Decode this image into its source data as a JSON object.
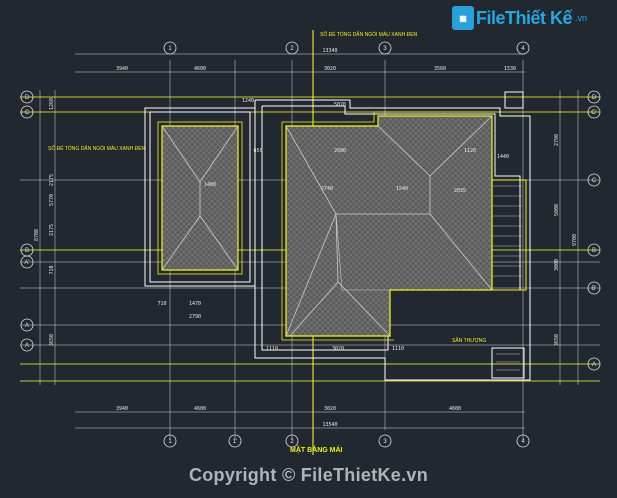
{
  "brand": {
    "logo_glyph": "▦",
    "name": "FileThiết Kế",
    "tld": ".vn",
    "color": "#27a7e0"
  },
  "copyright": "Copyright © FileThietKe.vn",
  "drawing": {
    "title": "MẶT BẰNG MÁI",
    "note_top": "SỐ ĐỂ TỔNG DÂN NGÓI MÀU XANH ĐEN",
    "note_left": "SỐ ĐỂ TỔNG DÂN NGÓI MÀU XANH ĐEN",
    "note_detail": "SÂN THƯỢNG",
    "grid_top": [
      "1",
      "2",
      "3",
      "4"
    ],
    "grid_bottom": [
      "1",
      "1'",
      "2",
      "3",
      "4"
    ],
    "grid_left": [
      "D",
      "C",
      "B",
      "A'",
      "A",
      "A"
    ],
    "grid_right": [
      "D",
      "C'",
      "C",
      "B",
      "B'",
      "A"
    ],
    "dims_top_total": "13340",
    "dims_top": [
      "3940",
      "4600",
      "3020",
      "3560",
      "1530"
    ],
    "dims_bottom": [
      "3940",
      "4600",
      "3020",
      "4600"
    ],
    "dims_bottom_total": "13540",
    "dims_left": [
      "1260",
      "2175",
      "5770",
      "2175",
      "710",
      "3650"
    ],
    "dims_left_total": "8700",
    "dims_right": [
      "2790",
      "5000",
      "3000",
      "3650"
    ],
    "dims_right_total": "9700",
    "dims_inner": [
      "2600",
      "1540",
      "1120",
      "2035",
      "2740",
      "1470",
      "2790",
      "1110",
      "3020",
      "1110",
      "5070",
      "1240",
      "1440",
      "650",
      "710",
      "1480"
    ]
  },
  "colors": {
    "background": "#212830",
    "grid_line": "#ffff33",
    "wall": "#ffffff",
    "roof_fill": "#6f6f6f",
    "roof_edge": "#f5f520",
    "dim": "#d8d8d8",
    "bubble": "#e0e0e0"
  }
}
